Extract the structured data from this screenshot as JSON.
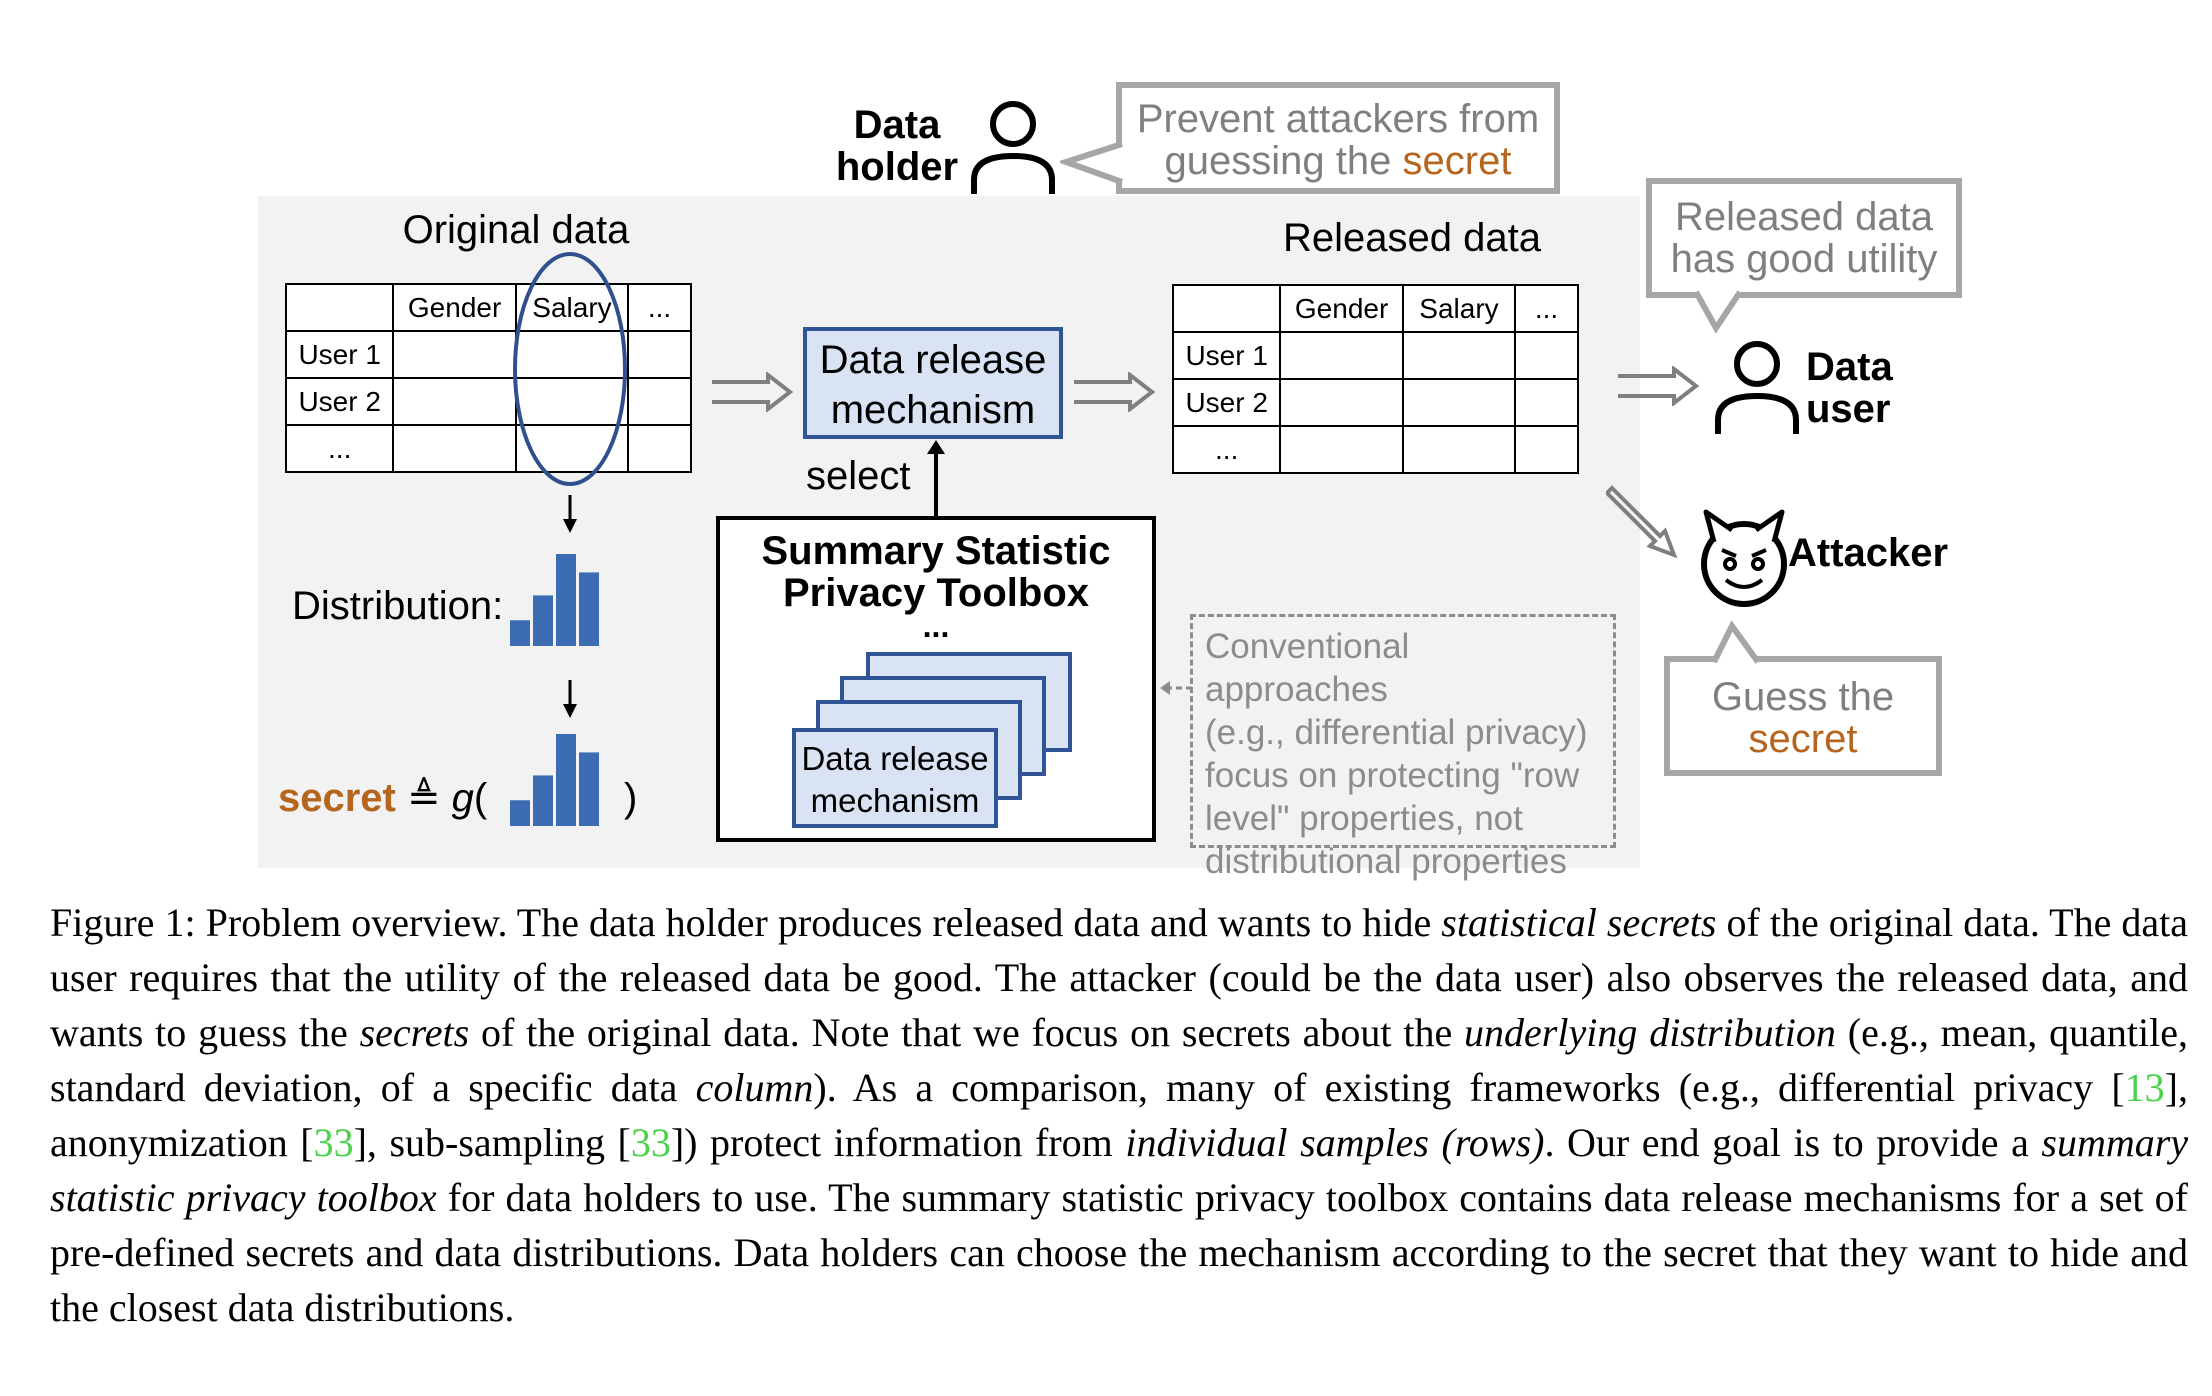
{
  "diagram": {
    "data_holder": {
      "line1": "Data",
      "line2": "holder"
    },
    "callout_holder": {
      "line1": "Prevent attackers from",
      "line2_prefix": "guessing the ",
      "line2_secret": "secret"
    },
    "original_data": {
      "title": "Original data",
      "headers": [
        "",
        "Gender",
        "Salary",
        "..."
      ],
      "rows": [
        "User 1",
        "User 2",
        "..."
      ]
    },
    "released_data": {
      "title": "Released data",
      "headers": [
        "",
        "Gender",
        "Salary",
        "..."
      ],
      "rows": [
        "User 1",
        "User 2",
        "..."
      ]
    },
    "distribution_label": "Distribution:",
    "secret_formula": {
      "secret": "secret",
      "defeq": "≜ ",
      "fn": "g",
      "open": "(",
      "close": ")"
    },
    "mechanism": {
      "line1": "Data release",
      "line2": "mechanism"
    },
    "select_label": "select",
    "toolbox": {
      "line1": "Summary Statistic",
      "line2": "Privacy Toolbox",
      "ellipsis": "...",
      "card_line1": "Data release",
      "card_line2": "mechanism"
    },
    "conventional_note": [
      "Conventional approaches",
      "(e.g., differential privacy)",
      "focus on protecting \"row",
      "level\" properties, not",
      "distributional properties"
    ],
    "callout_user": {
      "line1": "Released data",
      "line2": "has good utility"
    },
    "data_user": {
      "line1": "Data",
      "line2": "user"
    },
    "attacker": "Attacker",
    "callout_attacker": {
      "line1": "Guess the",
      "line2": "secret"
    },
    "distribution_bars": [
      0.28,
      0.55,
      1.0,
      0.8
    ],
    "colors": {
      "bar": "#3c6db3",
      "mech_fill": "#dae3f3",
      "mech_border": "#2f5597",
      "panel": "#f2f2f2",
      "secret": "#b5651d",
      "callout_border": "#a6a6a6",
      "ellipse": "#2f4f8f"
    }
  },
  "caption": {
    "figure_label": "Figure 1:",
    "t1": " Problem overview. The data holder produces released data and wants to hide ",
    "e1": "statistical secrets",
    "t2": " of the original data. The data user requires that the utility of the released data be good. The attacker (could be the data user) also observes the released data, and wants to guess the ",
    "e2": "secrets",
    "t3": " of the original data. Note that we focus on secrets about the ",
    "e3": "underlying distribution",
    "t4": " (e.g., mean, quantile, standard deviation, of a specific data ",
    "e4": "column",
    "t5": "). As a comparison, many of existing frameworks (e.g., differential privacy [",
    "c1": "13",
    "t6": "], anonymization [",
    "c2": "33",
    "t7": "], sub-sampling [",
    "c3": "33",
    "t8": "]) protect information from ",
    "e5": "individual samples (rows)",
    "t9": ". Our end goal is to provide a ",
    "e6": "summary statistic privacy toolbox",
    "t10": " for data holders to use. The summary statistic privacy toolbox contains data release mechanisms for a set of pre-defined secrets and data distributions. Data holders can choose the mechanism according to the secret that they want to hide and the closest data distributions."
  }
}
